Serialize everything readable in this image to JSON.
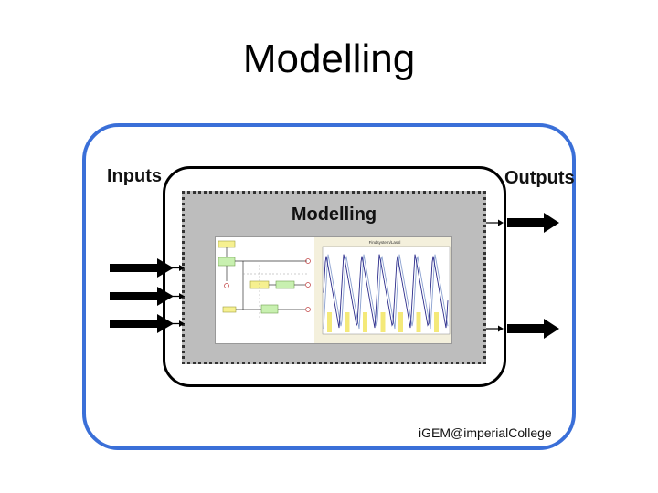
{
  "slide": {
    "title": "Modelling"
  },
  "diagram": {
    "inputs_label": "Inputs",
    "outputs_label": "Outputs",
    "model_label": "Modelling",
    "footer": "iGEM@imperialCollege",
    "plot_title": "Findsystem/Lassl"
  },
  "colors": {
    "frame": "#3a6fd8",
    "model_fill": "#bdbdbd",
    "plot_series_a": "#2a2a8a",
    "plot_series_b": "#8aa0d0",
    "plot_highlight": "#f0e040"
  }
}
